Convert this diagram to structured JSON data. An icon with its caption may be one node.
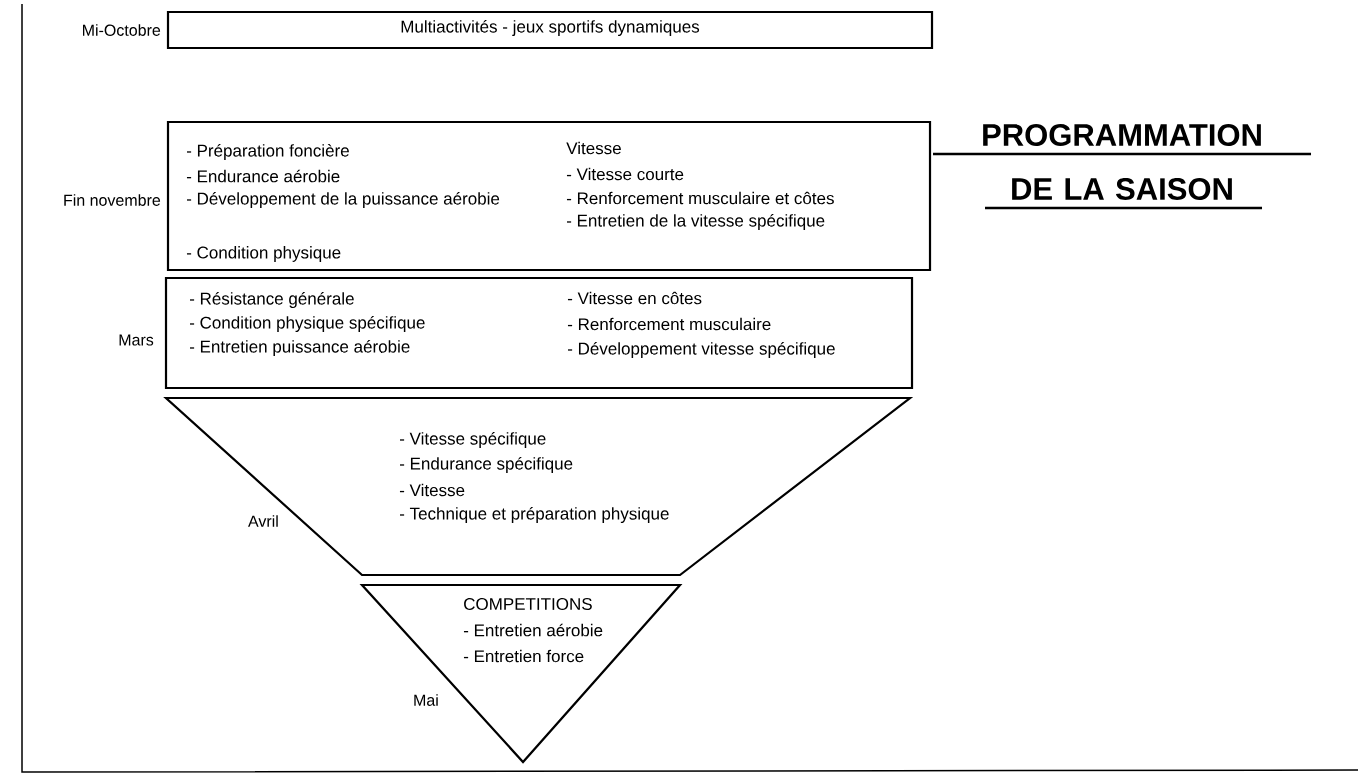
{
  "diagram": {
    "title": "PROGRAMMATION DE LA SAISON",
    "nodes": [
      {
        "text": [
          "Multiactivités - jeux sportifs dynamiques"
        ],
        "beside": [
          "Mi-Octobre"
        ]
      },
      {
        "text": [
          "- Préparation foncière",
          "- Endurance aérobie",
          "- Développement de la puissance aérobie",
          "- Condition physique",
          "Vitesse",
          "- Vitesse courte",
          "- Renforcement musculaire et côtes",
          "- Entretien de la vitesse spécifique"
        ],
        "beside": [
          "Fin novembre"
        ]
      },
      {
        "text": [
          "- Résistance générale",
          "- Condition physique spécifique",
          "- Entretien puissance aérobie",
          "- Vitesse en côtes",
          "- Renforcement musculaire",
          "- Développement vitesse spécifique"
        ],
        "beside": [
          "Mars"
        ]
      },
      {
        "text": [
          "- Vitesse spécifique",
          "- Endurance spécifique",
          "- Vitesse",
          "- Technique et préparation physique"
        ],
        "beside": [
          "Avril"
        ]
      },
      {
        "text": [
          "COMPETITIONS",
          "- Entretien aérobie",
          "- Entretien force"
        ],
        "beside": [
          "Mai"
        ]
      }
    ]
  }
}
